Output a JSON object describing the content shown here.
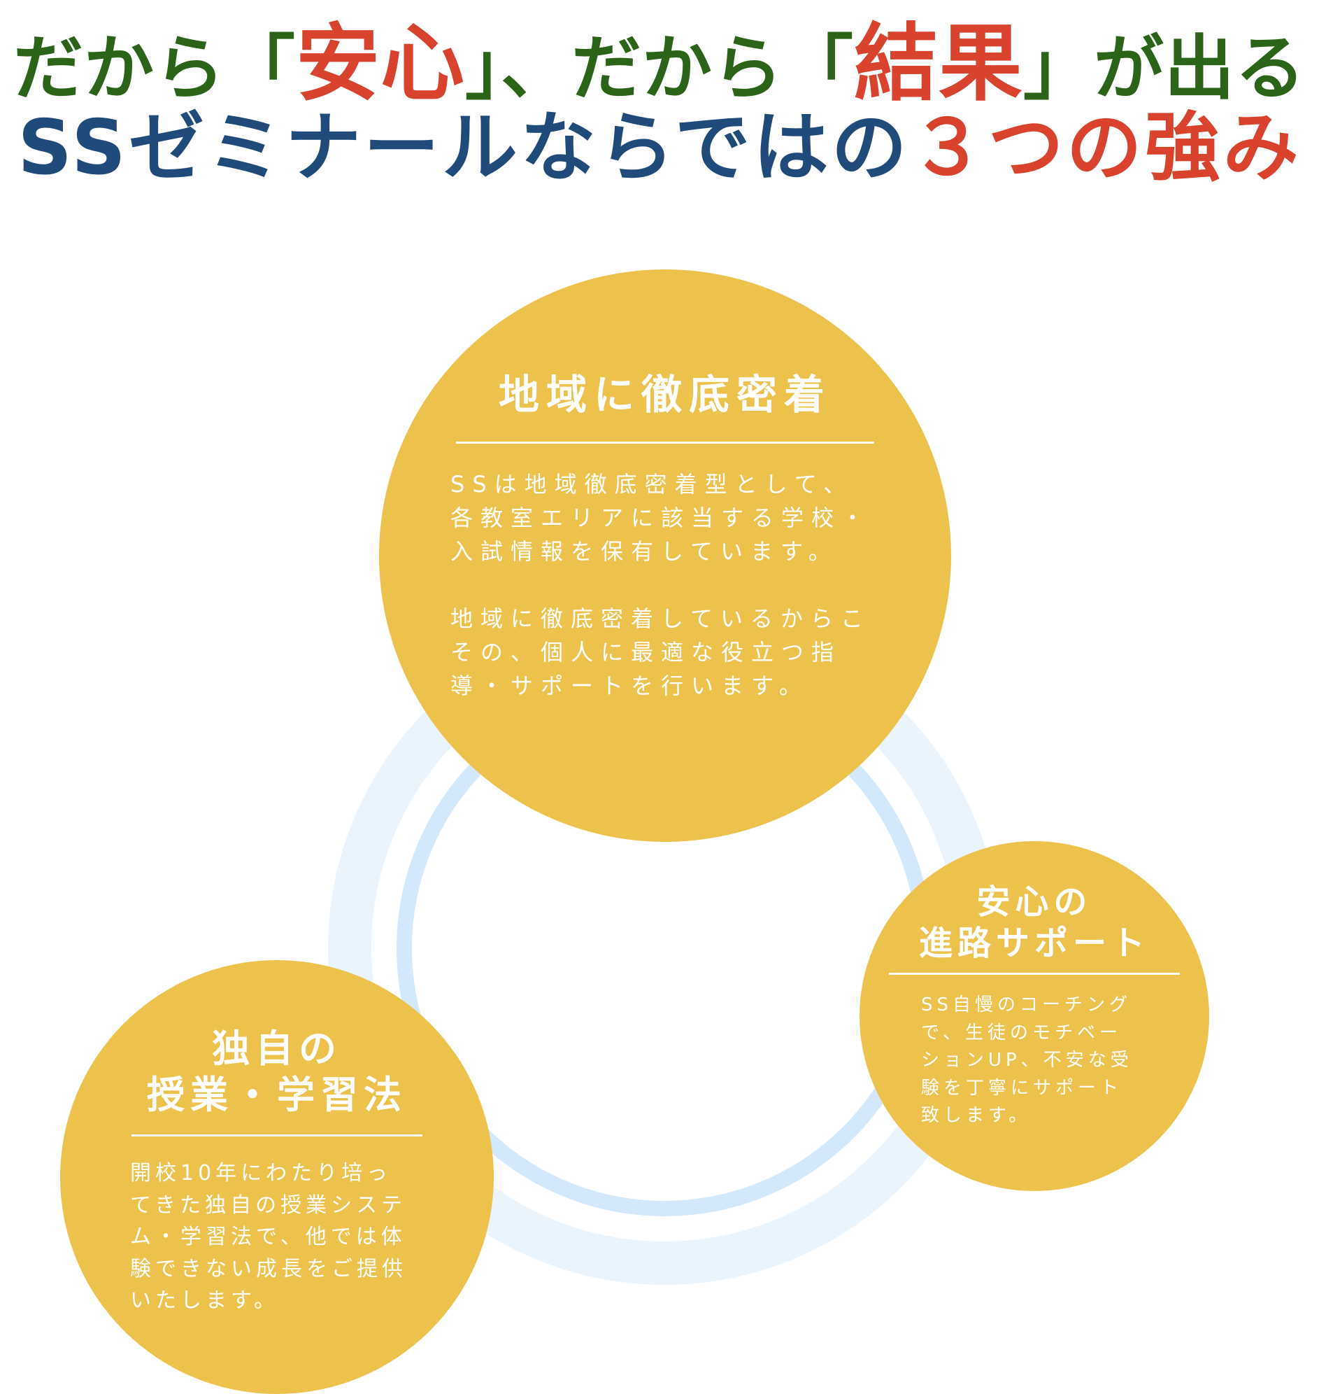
{
  "headline": {
    "line1": {
      "part1": "だから「",
      "word1": "安心",
      "part2": "」、だから「",
      "word2": "結果",
      "part3": "」が出る"
    },
    "line2": {
      "part1": "SSゼミナールならではの",
      "highlight": "３つの強み"
    }
  },
  "colors": {
    "green": "#2b6318",
    "red": "#d9422d",
    "blue": "#1f4a7a",
    "circle": "#ecc14c",
    "ring_light": "#eaf4fd",
    "ring_mid": "#d3e9fb"
  },
  "features": {
    "local": {
      "title": "地域に徹底密着",
      "body": "SSは地域徹底密着型として、\n各教室エリアに該当する学校・\n入試情報を保有しています。\n\n地域に徹底密着しているからこ\nその、個人に最適な役立つ指\n導・サポートを行います。"
    },
    "support": {
      "title": "安心の\n進路サポート",
      "body": "SS自慢のコーチング\nで、生徒のモチベー\nションUP、不安な受\n験を丁寧にサポート\n致します。"
    },
    "method": {
      "title": "独自の\n授業・学習法",
      "body": "開校10年にわたり培っ\nてきた独自の授業システ\nム・学習法で、他では体\n験できない成長をご提供\nいたします。"
    }
  }
}
